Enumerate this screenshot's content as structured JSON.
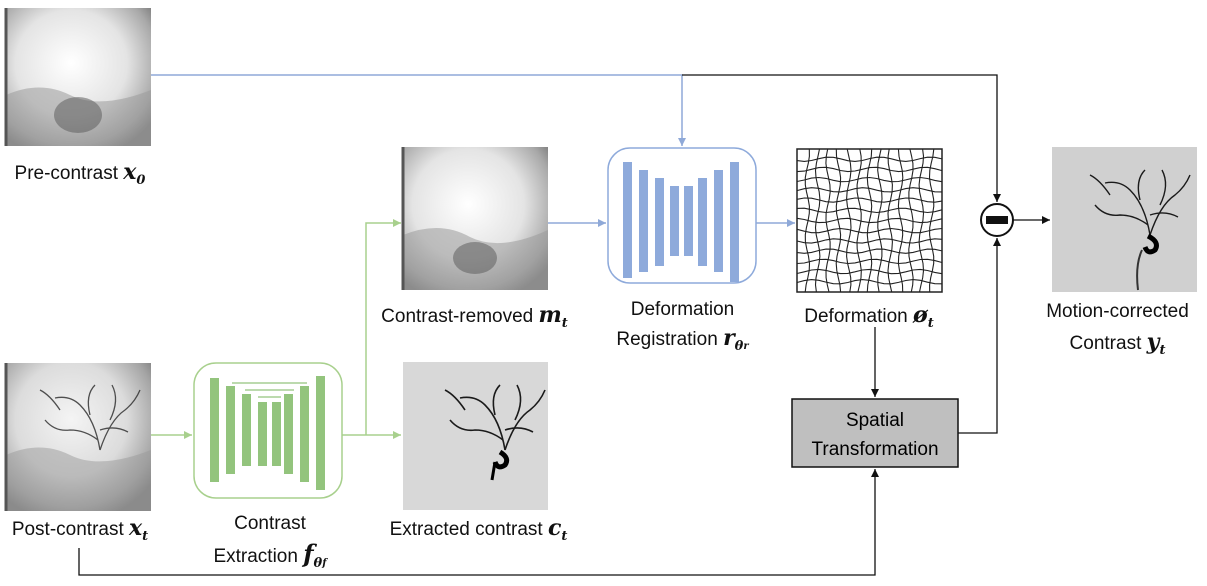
{
  "images": {
    "pre_contrast": {
      "caption_text": "Pre-contrast ",
      "symbol": "x",
      "subscript": "0"
    },
    "post_contrast": {
      "caption_text": "Post-contrast ",
      "symbol": "x",
      "subscript": "t"
    },
    "contrast_removed": {
      "caption_text": "Contrast-removed ",
      "symbol": "m",
      "subscript": "t"
    },
    "extracted_contrast": {
      "caption_text": "Extracted contrast ",
      "symbol": "c",
      "subscript": "t"
    },
    "deformation": {
      "caption_text": "Deformation ",
      "symbol": "ø",
      "subscript": "t"
    },
    "motion_corrected": {
      "line1": "Motion-corrected",
      "caption_text": "Contrast ",
      "symbol": "y",
      "subscript": "t"
    }
  },
  "networks": {
    "extraction": {
      "line1": "Contrast",
      "caption_text": "Extraction ",
      "symbol": "f",
      "subscript": "θ",
      "subsubscript": "f"
    },
    "registration": {
      "line1": "Deformation",
      "caption_text": "Registration ",
      "symbol": "r",
      "subscript": "θ",
      "subsubscript": "r"
    }
  },
  "spatial_transformation": {
    "line1": "Spatial",
    "line2": "Transformation"
  },
  "colors": {
    "blue_path": "#8fa9d8",
    "green_path": "#a8d08d",
    "blue_layer": "#8eaadb",
    "green_layer": "#93c47d",
    "black_path": "#111111",
    "box_fill": "#bfbfbf"
  }
}
